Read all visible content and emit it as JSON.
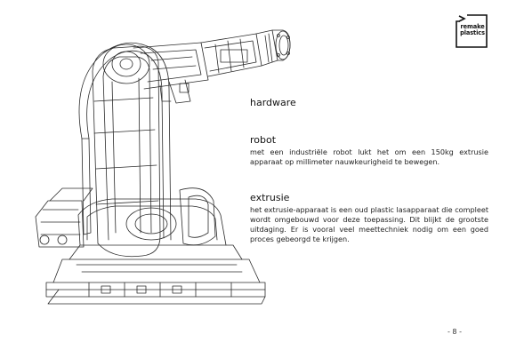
{
  "logo": {
    "line1": "remake",
    "line2": "plastics"
  },
  "page": {
    "heading": "hardware",
    "page_number": "- 8 -"
  },
  "sections": [
    {
      "title": "robot",
      "body": "met een industriële robot lukt het om een 150kg extrusie apparaat op millimeter nauwkeurigheid te bewegen."
    },
    {
      "title": "extrusie",
      "body": "het extrusie-apparaat is een oud plastic lasapparaat die compleet wordt omgebouwd voor deze toepassing. Dit blijkt de grootste uitdaging. Er is vooral veel meettechniek nodig om een goed proces gebeorgd te krijgen."
    }
  ],
  "colors": {
    "ink": "#1a1a1a",
    "line_art": "#2b2b2b",
    "background": "#ffffff"
  }
}
